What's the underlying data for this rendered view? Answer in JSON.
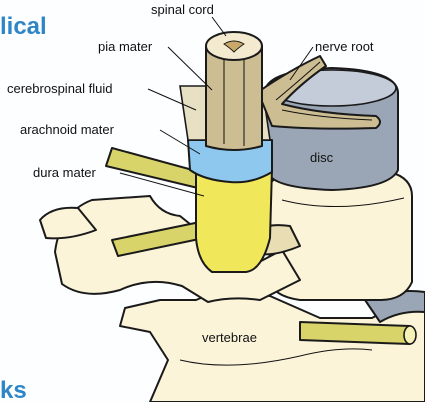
{
  "heading_top": "lical",
  "heading_bottom": "ks",
  "labels": {
    "spinal_cord": "spinal cord",
    "pia_mater": "pia mater",
    "nerve_root": "nerve root",
    "cerebrospinal_fluid": "cerebrospinal fluid",
    "arachnoid_mater": "arachnoid mater",
    "dura_mater": "dura mater",
    "disc": "disc",
    "vertebrae": "vertebrae"
  },
  "colors": {
    "heading": "#2f86c7",
    "bone": "#fbf4d9",
    "bone_shade": "#e9ddb4",
    "disc": "#9aa6b6",
    "disc_top": "#c3ccd8",
    "cord": "#cdbd92",
    "arachnoid": "#8ec8ef",
    "dura": "#f1e75a",
    "nerve": "#d9d46a"
  }
}
